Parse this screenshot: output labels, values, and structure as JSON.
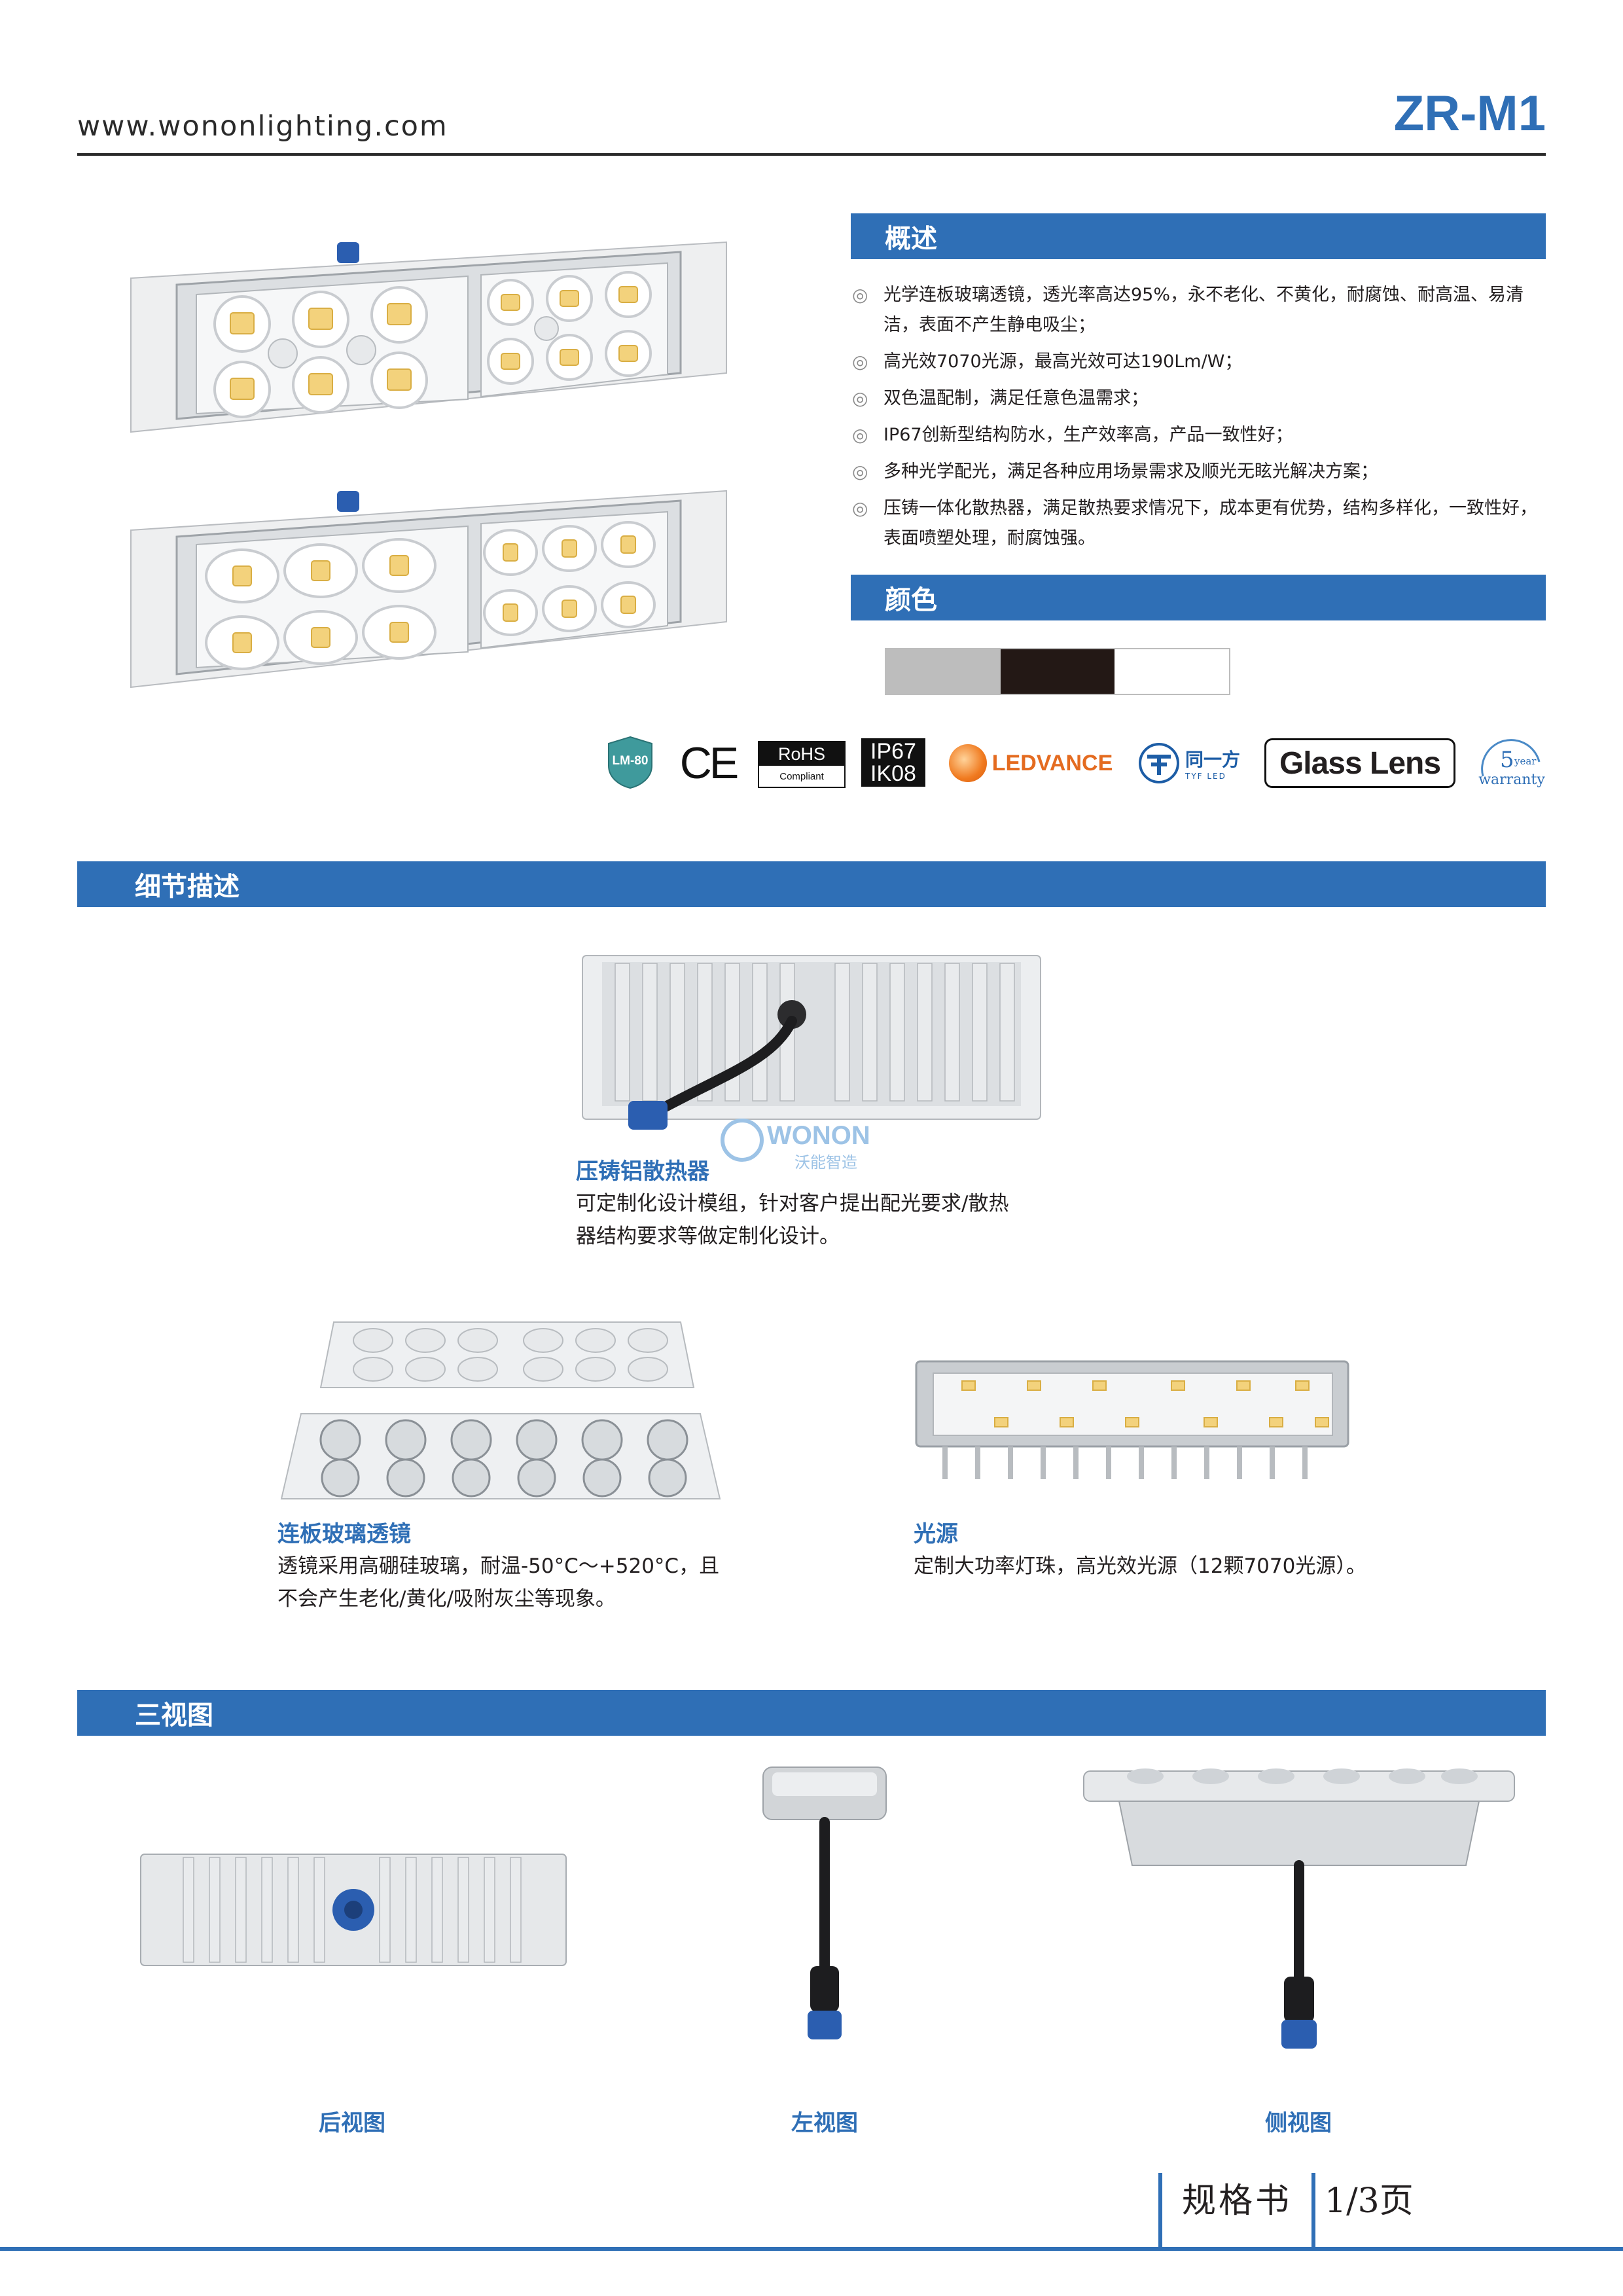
{
  "header": {
    "site_url": "www.wononlighting.com",
    "model": "ZR-M1"
  },
  "overview": {
    "heading": "概述",
    "bullet_symbol": "◎",
    "items": [
      "光学连板玻璃透镜，透光率高达95%，永不老化、不黄化，耐腐蚀、耐高温、易清洁，表面不产生静电吸尘；",
      "高光效7070光源，最高光效可达190Lm/W；",
      "双色温配制，满足任意色温需求；",
      "IP67创新型结构防水，生产效率高，产品一致性好；",
      "多种光学配光，满足各种应用场景需求及顺光无眩光解决方案；",
      "压铸一体化散热器，满足散热要求情况下，成本更有优势，结构多样化，一致性好，表面喷塑处理，耐腐蚀强。"
    ]
  },
  "colors": {
    "heading": "颜色",
    "swatches": [
      "#bdbdbd",
      "#231815",
      "#ffffff"
    ]
  },
  "certifications": {
    "lm80": "LM-80",
    "ce": "CE",
    "rohs_top": "RoHS",
    "rohs_bottom": "Compliant",
    "ip_line1": "IP67",
    "ip_line2": "IK08",
    "ledvance": "LEDVANCE",
    "tyf_cn": "同一方",
    "tyf_en": "TYF LED",
    "glass": "Glass Lens",
    "warranty_num": "5",
    "warranty_unit": "year",
    "warranty_word": "warranty"
  },
  "details": {
    "heading": "细节描述",
    "heatsink": {
      "title": "压铸铝散热器",
      "text_line1": "可定制化设计模组，针对客户提出配光要求/散热",
      "text_line2": "器结构要求等做定制化设计。"
    },
    "lens": {
      "title": "连板玻璃透镜",
      "text_line1": "透镜采用高硼硅玻璃，耐温-50°C～+520°C，且",
      "text_line2": "不会产生老化/黄化/吸附灰尘等现象。"
    },
    "light_source": {
      "title": "光源",
      "text": "定制大功率灯珠，高光效光源（12颗7070光源）。"
    },
    "watermark_brand": "WONON",
    "watermark_cn": "沃能智造"
  },
  "views": {
    "heading": "三视图",
    "back": "后视图",
    "left": "左视图",
    "side": "侧视图"
  },
  "footer": {
    "spec": "规格书",
    "page": "1/3页"
  }
}
